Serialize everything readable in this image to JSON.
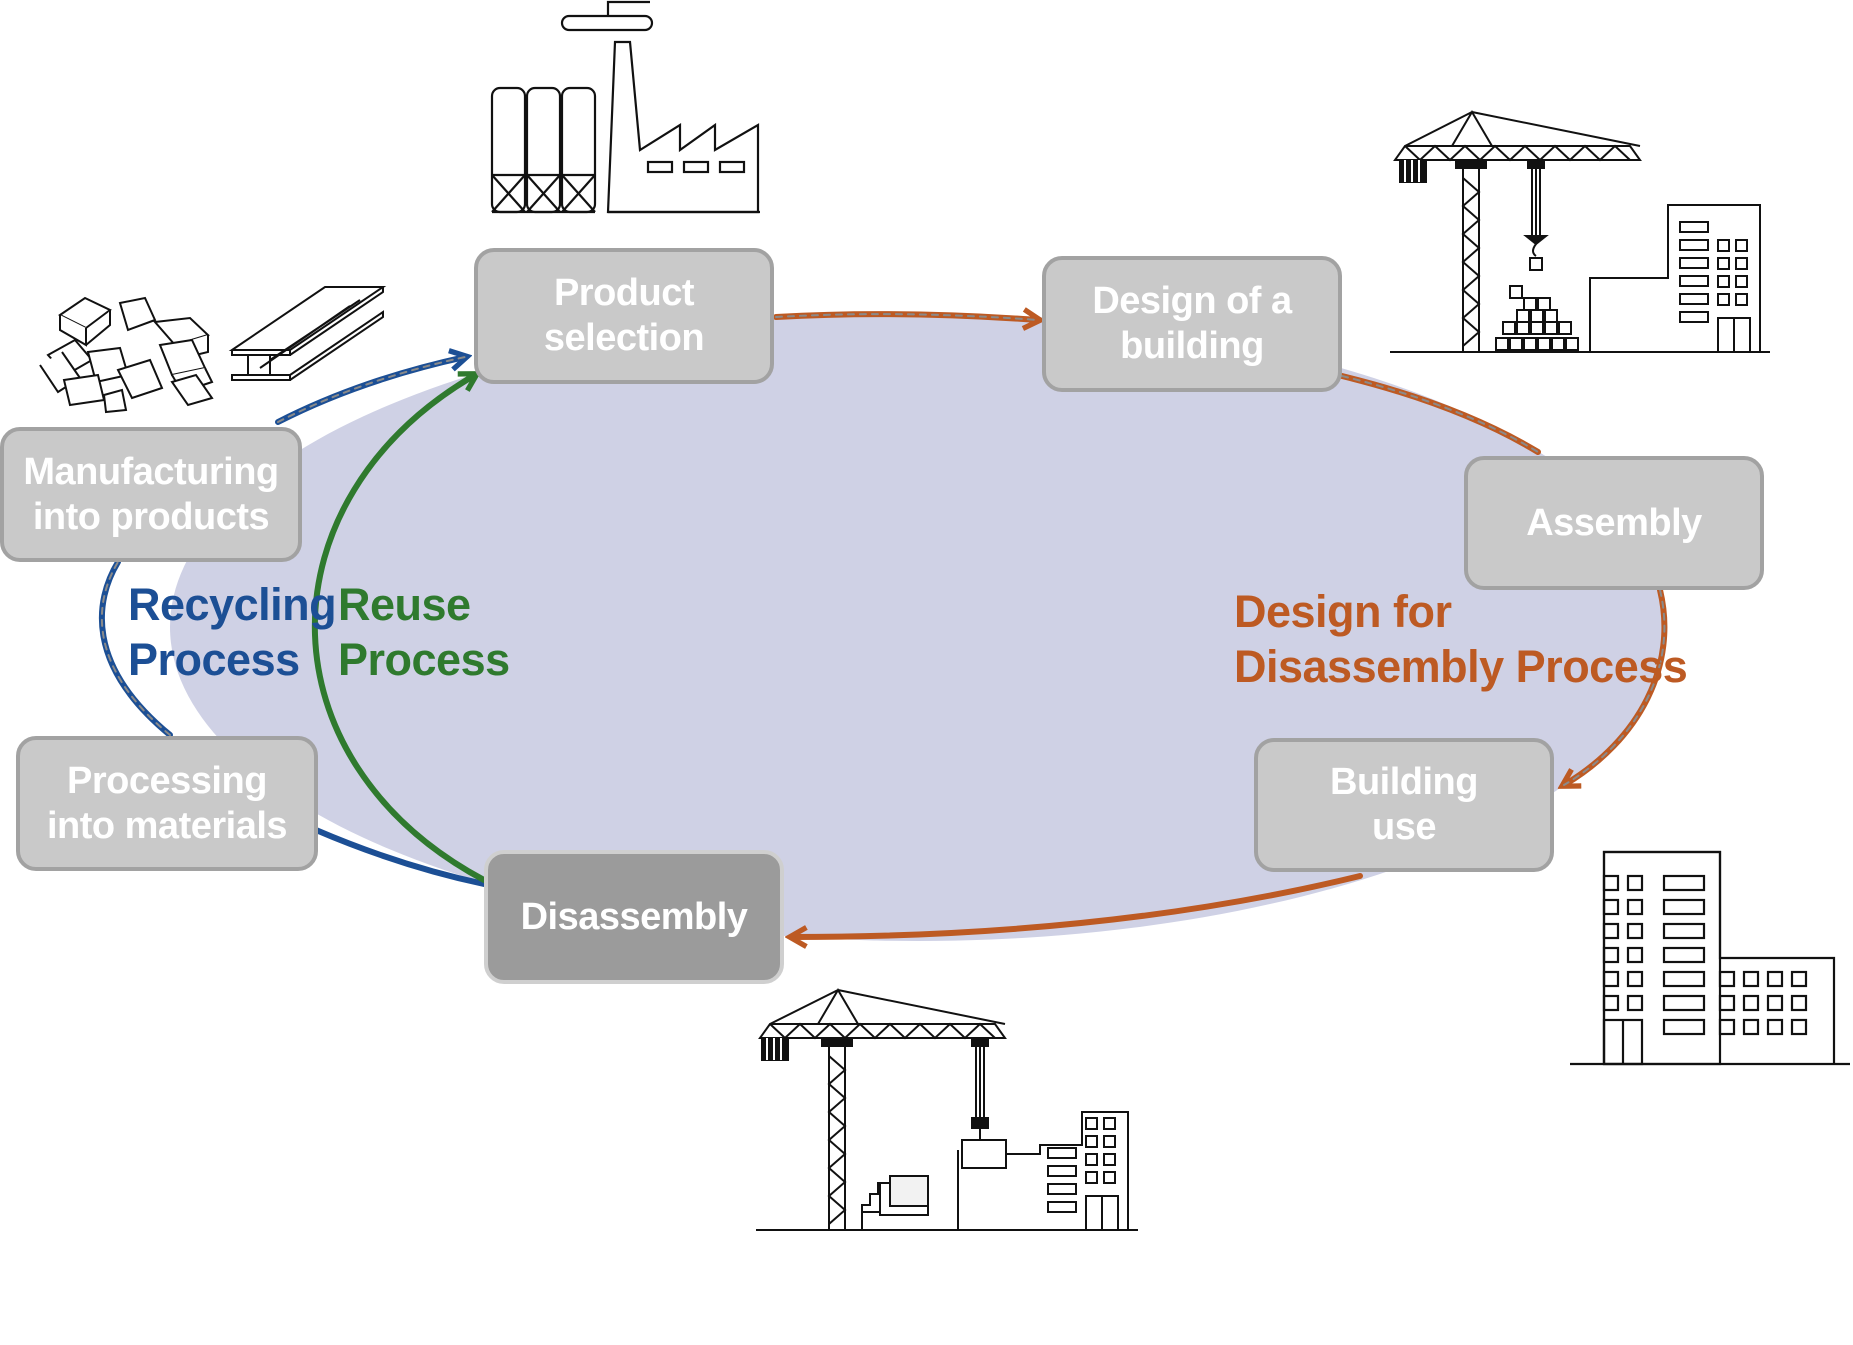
{
  "nodes": {
    "product_selection": "Product\nselection",
    "design_of_building": "Design of a\nbuilding",
    "assembly": "Assembly",
    "building_use": "Building\nuse",
    "disassembly": "Disassembly",
    "processing_into_materials": "Processing\ninto materials",
    "manufacturing_into_products": "Manufacturing\ninto products"
  },
  "process_labels": {
    "recycling": "Recycling\nProcess",
    "reuse": "Reuse\nProcess",
    "dfd": "Design for\nDisassembly Process"
  },
  "colors": {
    "ellipse_fill": "#cfd1e5",
    "recycling": "#1c4f95",
    "reuse": "#2f7a2e",
    "dfd": "#bd5a23",
    "node_fill": "#c9c9c9",
    "node_border": "#a2a2a2",
    "node_dark_fill": "#9b9b9b",
    "node_text": "#ffffff"
  },
  "icons": [
    "factory-icon",
    "crane-construction-icon",
    "building-icon",
    "crane-demolition-icon",
    "rubble-and-beam-icon"
  ]
}
